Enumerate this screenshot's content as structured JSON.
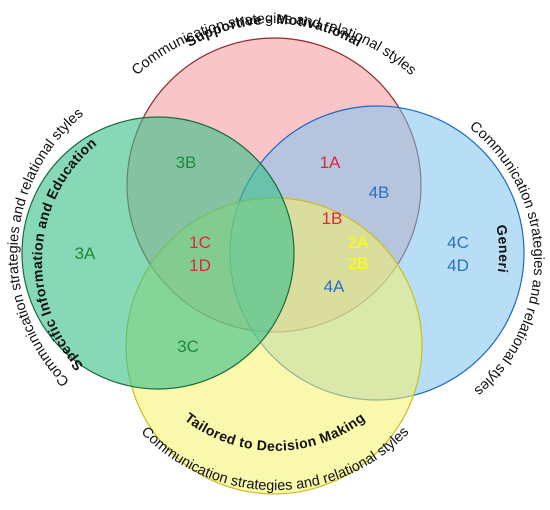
{
  "circles": {
    "top": {
      "title": "Supportive - Motivational",
      "subtitle": "Communication strategies and relational styles",
      "fill": "#f7a1a6",
      "stroke": "#8b2b2b"
    },
    "left": {
      "title": "Specific Information and Education",
      "subtitle": "Communication strategies and relational styles",
      "fill": "#3cc08a",
      "stroke": "#1a6b3a"
    },
    "right": {
      "title": "Generic",
      "subtitle": "Communication strategies and relational styles",
      "fill": "#7ec3ef",
      "stroke": "#1f67c9"
    },
    "bottom": {
      "title": "Tailored to Decision Making",
      "subtitle": "Communication strategies and relational styles",
      "fill": "#f6f36a",
      "stroke": "#c9c01b"
    }
  },
  "regions": {
    "r1A": {
      "text": "1A",
      "color": "#e0263a"
    },
    "r1B": {
      "text": "1B",
      "color": "#e0263a"
    },
    "r1C": {
      "text": "1C",
      "color": "#e0263a"
    },
    "r1D": {
      "text": "1D",
      "color": "#e0263a"
    },
    "r2A": {
      "text": "2A",
      "color": "#ffff00"
    },
    "r2B": {
      "text": "2B",
      "color": "#ffff00"
    },
    "r3A": {
      "text": "3A",
      "color": "#1a8a3a"
    },
    "r3B": {
      "text": "3B",
      "color": "#1a8a3a"
    },
    "r3C": {
      "text": "3C",
      "color": "#1a8a3a"
    },
    "r4A": {
      "text": "4A",
      "color": "#2a6fc9"
    },
    "r4B": {
      "text": "4B",
      "color": "#2a6fc9"
    },
    "r4C": {
      "text": "4C",
      "color": "#2a6fc9"
    },
    "r4D": {
      "text": "4D",
      "color": "#2a6fc9"
    }
  }
}
